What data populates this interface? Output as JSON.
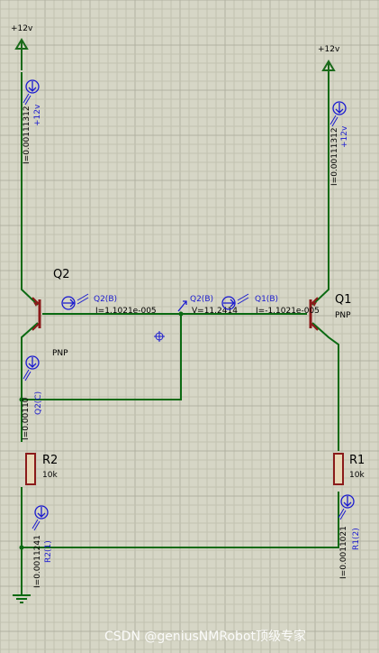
{
  "power": {
    "left": "+12v",
    "right": "+12v"
  },
  "components": {
    "q2": {
      "name": "Q2",
      "type": "PNP"
    },
    "q1": {
      "name": "Q1",
      "type": "PNP"
    },
    "r2": {
      "name": "R2",
      "value": "10k"
    },
    "r1": {
      "name": "R1",
      "value": "10k"
    }
  },
  "probes": {
    "left_supply": {
      "reading": "I=0.00111312",
      "label": "+12v"
    },
    "right_supply": {
      "reading": "I=0.00111312",
      "label": "+12v"
    },
    "q2b": {
      "label": "Q2(B)",
      "reading": "I=1.1021e-005"
    },
    "q2b_v": {
      "label": "Q2(B)",
      "reading": "V=11.2414"
    },
    "q1b": {
      "label": "Q1(B)",
      "reading": "I=-1.1021e-005"
    },
    "q2c": {
      "label": "Q2(C)",
      "reading": "I=0.00110"
    },
    "r2_1": {
      "label": "R2(1)",
      "reading": "I=0.0011241"
    },
    "r1_2": {
      "label": "R1(2)",
      "reading": "I=0.0011021"
    }
  },
  "watermark": "CSDN @geniusNMRobot顶级专家"
}
